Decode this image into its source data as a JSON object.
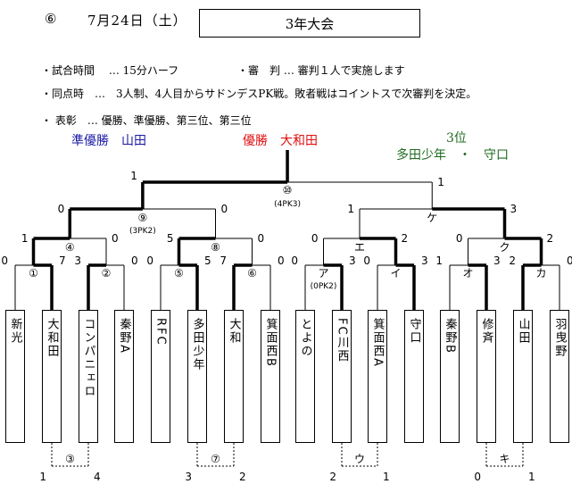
{
  "header": {
    "number": "⑥",
    "date": "7月24日（土）",
    "title": "3年大会"
  },
  "notes": {
    "match_time": "・試合時間　 … 15分ハーフ",
    "referee": "・審　判 … 審判１人で実施します",
    "tie": "・同点時　…　3人制、4人目からサドンデスPK戦。敗者戦はコイントスで次審判を決定。",
    "awards": "・ 表彰　… 優勝、準優勝、第三位、第三位"
  },
  "results": {
    "runner_up": "準優勝　山田",
    "winner": "優勝　大和田",
    "third_label": "3位",
    "third_teams": "多田少年　・　守口"
  },
  "colors": {
    "runner_up": "#1a1aa6",
    "winner": "#e01010",
    "third": "#1f6b1f"
  },
  "teams": [
    "新光",
    "大和田",
    "コンパニェロ",
    "秦野A",
    "RFC",
    "多田少年",
    "大和",
    "箕面西B",
    "とよの",
    "FC川西",
    "箕面西A",
    "守口",
    "秦野B",
    "修斉",
    "山田",
    "羽曳野"
  ],
  "match_labels": {
    "m1": "①",
    "m2": "②",
    "m5": "⑤",
    "m6": "⑥",
    "m4": "④",
    "m8": "⑧",
    "m9": "⑨",
    "m10": "⑩",
    "a": "ア",
    "i": "イ",
    "o": "オ",
    "ka": "カ",
    "e": "エ",
    "ku": "ク",
    "ke": "ケ",
    "m3": "③",
    "m7": "⑦",
    "u": "ウ",
    "ki": "キ"
  },
  "pk_notes": {
    "final": "(4PK3)",
    "m9": "(3PK2)",
    "a": "(0PK2)"
  },
  "scores": {
    "r1": [
      "0",
      "7",
      "3",
      "0",
      "0",
      "5",
      "7",
      "0",
      "0",
      "3",
      "0",
      "3",
      "1",
      "3",
      "2",
      "0"
    ],
    "r2": [
      "1",
      "0",
      "5",
      "0",
      "0",
      "2",
      "0",
      "2"
    ],
    "r3": [
      "0",
      "0",
      "1",
      "3"
    ],
    "final": [
      "1",
      "1"
    ],
    "consolation": [
      "1",
      "4",
      "3",
      "2",
      "2",
      "1",
      "0",
      "1"
    ]
  }
}
